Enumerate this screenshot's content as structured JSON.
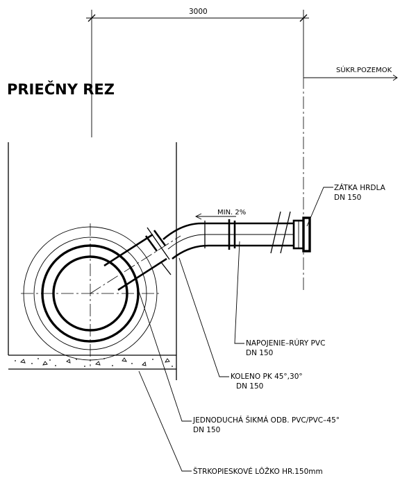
{
  "drawing": {
    "title": "PRIEČNY REZ",
    "dimension": "3000",
    "property_line_label": "SÚKR.POZEMOK",
    "slope_label": "MIN. 2%",
    "callouts": {
      "plug": {
        "line1": "ZÁTKA HRDLA",
        "line2": "DN 150"
      },
      "connection": {
        "line1": "NAPOJENIE–RÚRY PVC",
        "line2": "DN 150"
      },
      "elbow": {
        "line1": "KOLENO PK 45°,30°",
        "line2": "DN 150"
      },
      "branch": {
        "line1": "JEDNODUCHÁ ŠIKMÁ ODB. PVC/PVC–45°",
        "line2": "DN 150"
      },
      "bedding": {
        "line1": "ŠTRKOPIESKOVÉ LÔŽKO HR.150mm"
      }
    }
  }
}
